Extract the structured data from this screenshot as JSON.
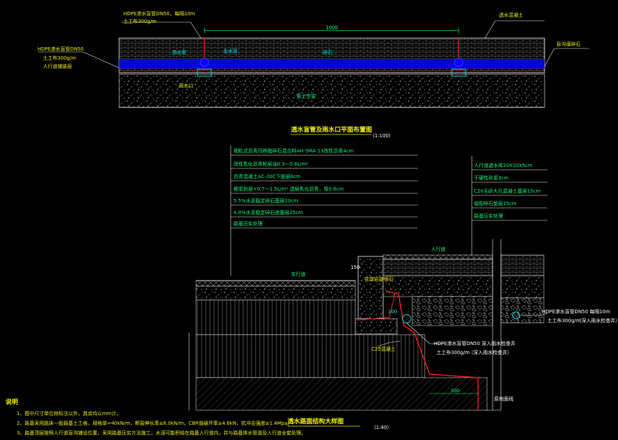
{
  "plan": {
    "label_hdpe_top": "HDPE渗水盲管DN50，每隔10m",
    "label_hdpe_top2": "土工布300g/m",
    "label_top_right": "透水混凝土",
    "label_right": "盲沟填碎石",
    "label_left1": "HDPE渗水盲管DN50",
    "label_left2": "土工布300g/m",
    "label_left3": "人行道铺装层",
    "dim_1000": "1000",
    "label_pipe": "渗水管",
    "label_flow": "出水管",
    "label_mid": "碎石",
    "label_inlet": "雨水口",
    "label_base": "素土夯实",
    "title": "透水盲管及雨水口平面布置图",
    "scale": "(1:100)"
  },
  "layers": [
    "细粒式沥青玛蹄脂碎石混合料AH-SMA-13改性沥青4cm",
    "改性乳化沥青粘层油0.3～0.6L/m²",
    "沥青混凝土AC-20C下面层6cm",
    "稀浆封层+0.7～1.5L/m² 透层乳化沥青，厚0.6cm",
    "5.5%水泥稳定碎石基层20cm",
    "4.0%水泥稳定碎石底基层25cm",
    "路基压实处理"
  ],
  "sidewalk_layers": [
    "人行道透水砖20X10X5cm",
    "干硬性砂浆3cm",
    "C20无砂大孔混凝土基层15cm",
    "级配碎石垫层15cm",
    "路基压实处理"
  ],
  "section": {
    "label_sidewalk": "人行道",
    "label_road": "车行道",
    "label_curb": "花岗岩路缘石",
    "dim_150": "150",
    "dim_100": "100",
    "dim_300": "300",
    "label_c25": "C25混凝土",
    "label_hdpe_mid1": "HDPE渗水盲管DN50 深入雨水检查井",
    "label_hdpe_mid2": "土工布300g/m",
    "label_hdpe_mid3": "（深入雨水检查井）",
    "label_hdpe_right1": "HDPE渗水盲管DN50 每隔10m",
    "label_hdpe_right2": "土工布300g/m",
    "label_hdpe_right3": "（深入雨水检查井）",
    "label_ground": "原地面线",
    "title": "透水路面结构大样图",
    "scale": "(1:40)"
  },
  "notes": {
    "heading": "说明",
    "items": [
      "1、图中尺寸单位除标注以外，其余均以mm计。",
      "2、路基采用路床一般路基土工格，规格单=40kN/m，断裂伸长率≤8.0kN/m，CBR值破坏率≥4.6kN，抗冲击强度≥1.4Mpa。",
      "3、路基顶层按照人行道盲沟铺设位置，采用路基压实方法施工，水浸可能积结在路基人行道内，并与路基排水管道及人行道全套处理。"
    ]
  },
  "colors": {
    "background": "#000000",
    "white": "#ffffff",
    "yellow": "#f0f000",
    "green": "#00ff7f",
    "cyan": "#00e5e5",
    "red": "#ff2020",
    "blue": "#0000ff"
  }
}
